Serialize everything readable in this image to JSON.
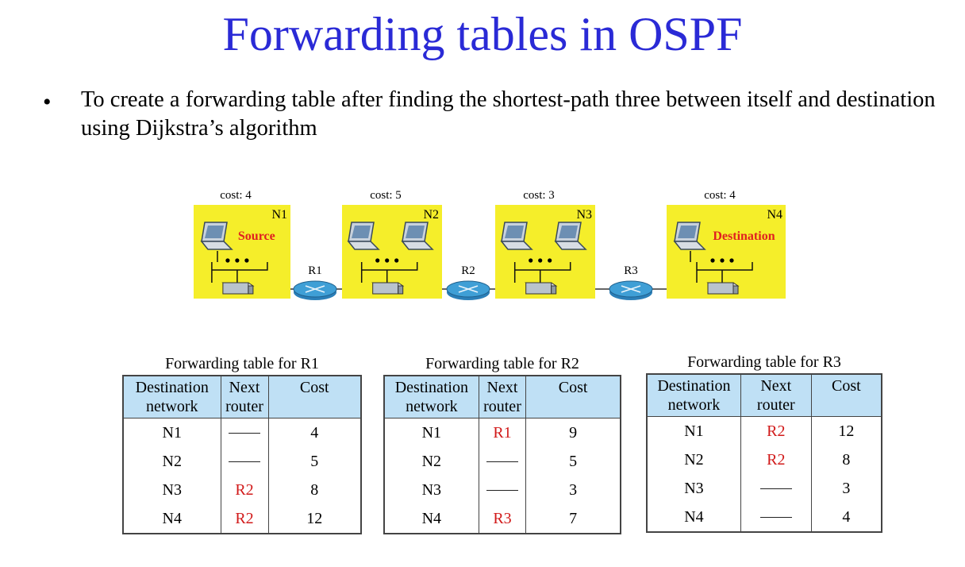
{
  "title": "Forwarding tables in OSPF",
  "bullet": "To create a forwarding table after finding the shortest-path three between itself and destination using Dijkstra’s algorithm",
  "diagram": {
    "networks": [
      {
        "name": "N1",
        "cost": "cost: 4",
        "role": "Source",
        "hosts": 1
      },
      {
        "name": "N2",
        "cost": "cost: 5",
        "role": "",
        "hosts": 2
      },
      {
        "name": "N3",
        "cost": "cost: 3",
        "role": "",
        "hosts": 2
      },
      {
        "name": "N4",
        "cost": "cost: 4",
        "role": "Destination",
        "hosts": 1
      }
    ],
    "routers": [
      "R1",
      "R2",
      "R3"
    ],
    "colors": {
      "network_bg": "#f5ee2a",
      "router": "#3f9fd6",
      "role_text": "#e02020"
    }
  },
  "tables": [
    {
      "caption": "Forwarding table for R1",
      "headers": [
        "Destination network",
        "Next router",
        "Cost"
      ],
      "rows": [
        {
          "dest": "N1",
          "next": "—",
          "cost": "4"
        },
        {
          "dest": "N2",
          "next": "—",
          "cost": "5"
        },
        {
          "dest": "N3",
          "next": "R2",
          "cost": "8"
        },
        {
          "dest": "N4",
          "next": "R2",
          "cost": "12"
        }
      ]
    },
    {
      "caption": "Forwarding table for R2",
      "headers": [
        "Destination network",
        "Next router",
        "Cost"
      ],
      "rows": [
        {
          "dest": "N1",
          "next": "R1",
          "cost": "9"
        },
        {
          "dest": "N2",
          "next": "—",
          "cost": "5"
        },
        {
          "dest": "N3",
          "next": "—",
          "cost": "3"
        },
        {
          "dest": "N4",
          "next": "R3",
          "cost": "7"
        }
      ]
    },
    {
      "caption": "Forwarding table for R3",
      "headers": [
        "Destination network",
        "Next router",
        "Cost"
      ],
      "rows": [
        {
          "dest": "N1",
          "next": "R2",
          "cost": "12"
        },
        {
          "dest": "N2",
          "next": "R2",
          "cost": "8"
        },
        {
          "dest": "N3",
          "next": "—",
          "cost": "3"
        },
        {
          "dest": "N4",
          "next": "—",
          "cost": "4"
        }
      ]
    }
  ]
}
